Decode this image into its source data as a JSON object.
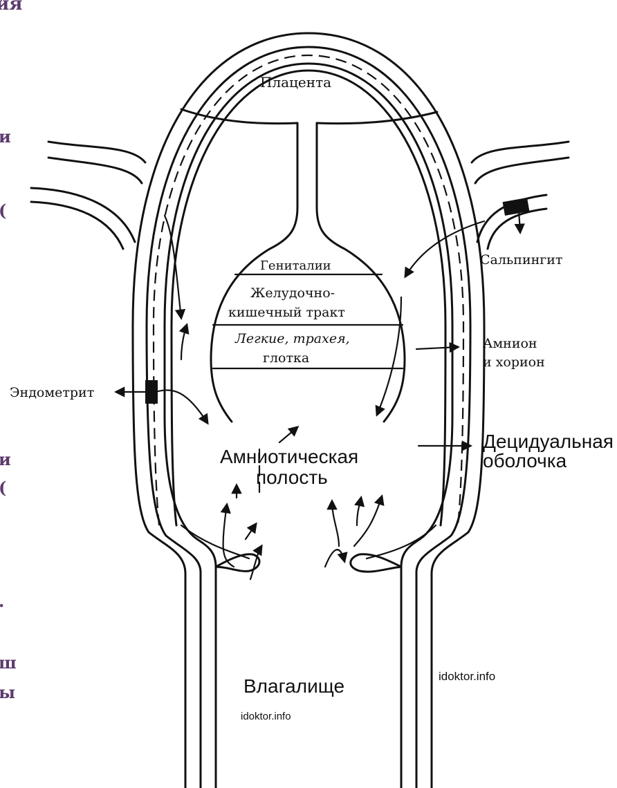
{
  "labels": {
    "placenta": "Плацента",
    "genitals": "Гениталии",
    "gi_line1": "Желудочно-",
    "gi_line2": "кишечный тракт",
    "lungs_line1": "Легкие, трахея,",
    "lungs_line2": "глотка",
    "salpingitis": "Сальпингит",
    "amnion_line1": "Амнион",
    "amnion_line2": "и хорион",
    "endometritis": "Эндометрит",
    "amniotic_line1": "Амниотическая",
    "amniotic_line2": "полость",
    "decidua_line1": "Децидуальная",
    "decidua_line2": "оболочка",
    "vagina": "Влагалище"
  },
  "watermarks": [
    "idoktor.info",
    "idoktor.info"
  ],
  "left_margin_fragments": [
    "ия",
    "и",
    "(",
    "и",
    "(",
    ".",
    "ш",
    "ы"
  ],
  "colors": {
    "ink": "#111111",
    "margin_text": "#5b3a6e",
    "background": "#ffffff"
  }
}
